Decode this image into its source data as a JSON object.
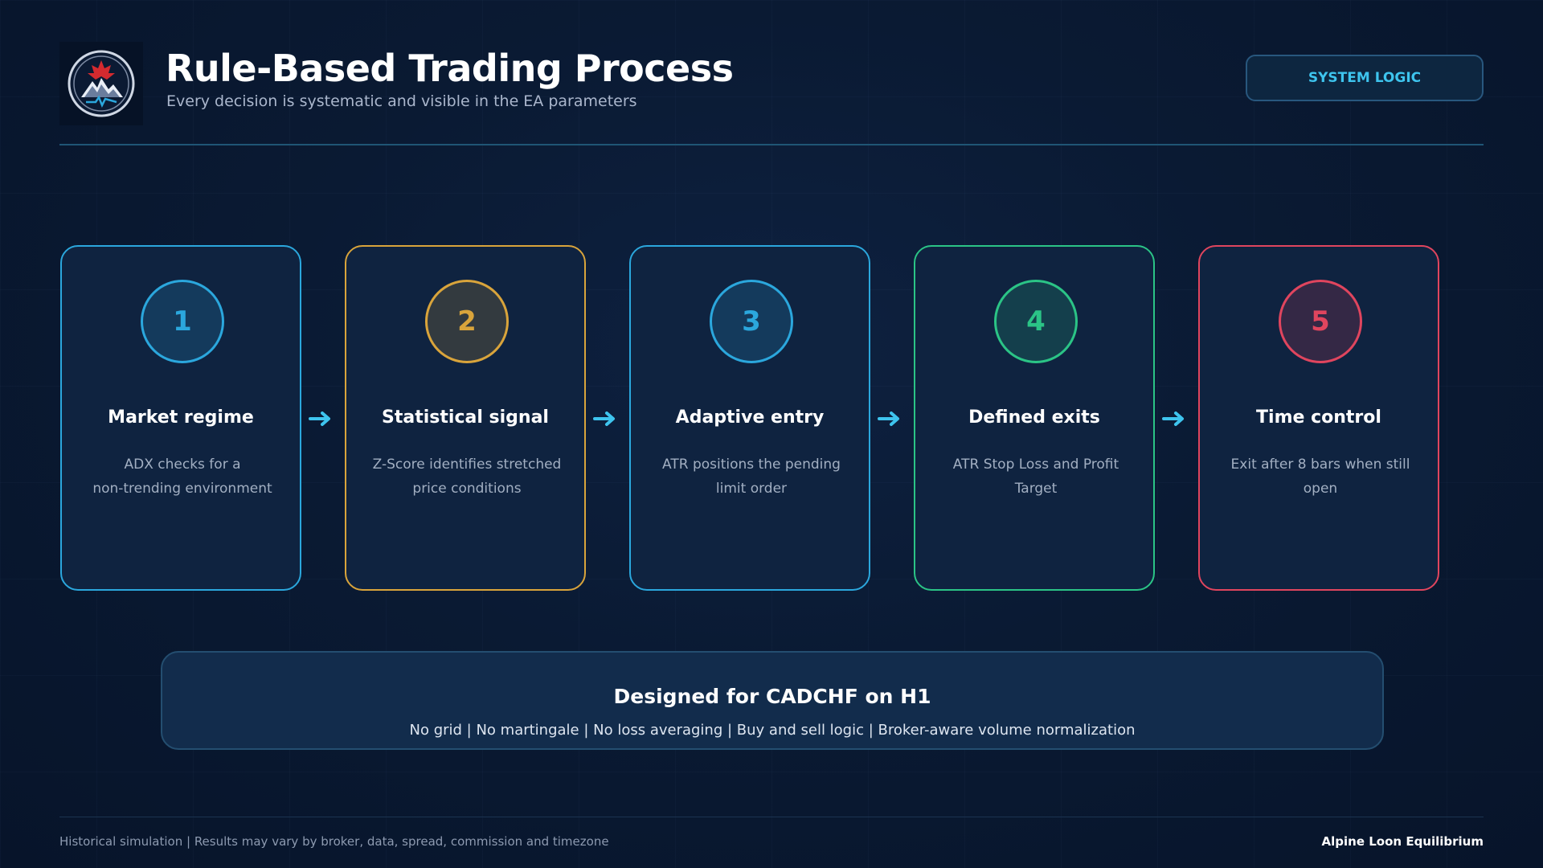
{
  "header": {
    "title": "Rule-Based Trading Process",
    "subtitle": "Every decision is systematic and visible in the EA parameters",
    "badge_label": "SYSTEM LOGIC",
    "logo_icon": "maple-mountain-shield-icon"
  },
  "steps": [
    {
      "number": "1",
      "title": "Market regime",
      "line1": "ADX checks for a",
      "line2": "non-trending environment",
      "color": "#2ba7dd"
    },
    {
      "number": "2",
      "title": "Statistical signal",
      "line1": "Z-Score identifies stretched",
      "line2": "price conditions",
      "color": "#d9a43b"
    },
    {
      "number": "3",
      "title": "Adaptive entry",
      "line1": "ATR positions the pending",
      "line2": "limit order",
      "color": "#2ba7dd"
    },
    {
      "number": "4",
      "title": "Defined exits",
      "line1": "ATR Stop Loss and Profit",
      "line2": "Target",
      "color": "#2bc486"
    },
    {
      "number": "5",
      "title": "Time control",
      "line1": "Exit after 8 bars when still",
      "line2": "open",
      "color": "#e0455e"
    }
  ],
  "arrow_color": "#3ec4ee",
  "design": {
    "title": "Designed for CADCHF on H1",
    "subtitle": "No grid | No martingale | No loss averaging | Buy and sell logic | Broker-aware volume normalization"
  },
  "footer": {
    "disclaimer": "Historical simulation | Results may vary by broker, data, spread, commission and timezone",
    "brand": "Alpine Loon Equilibrium"
  }
}
